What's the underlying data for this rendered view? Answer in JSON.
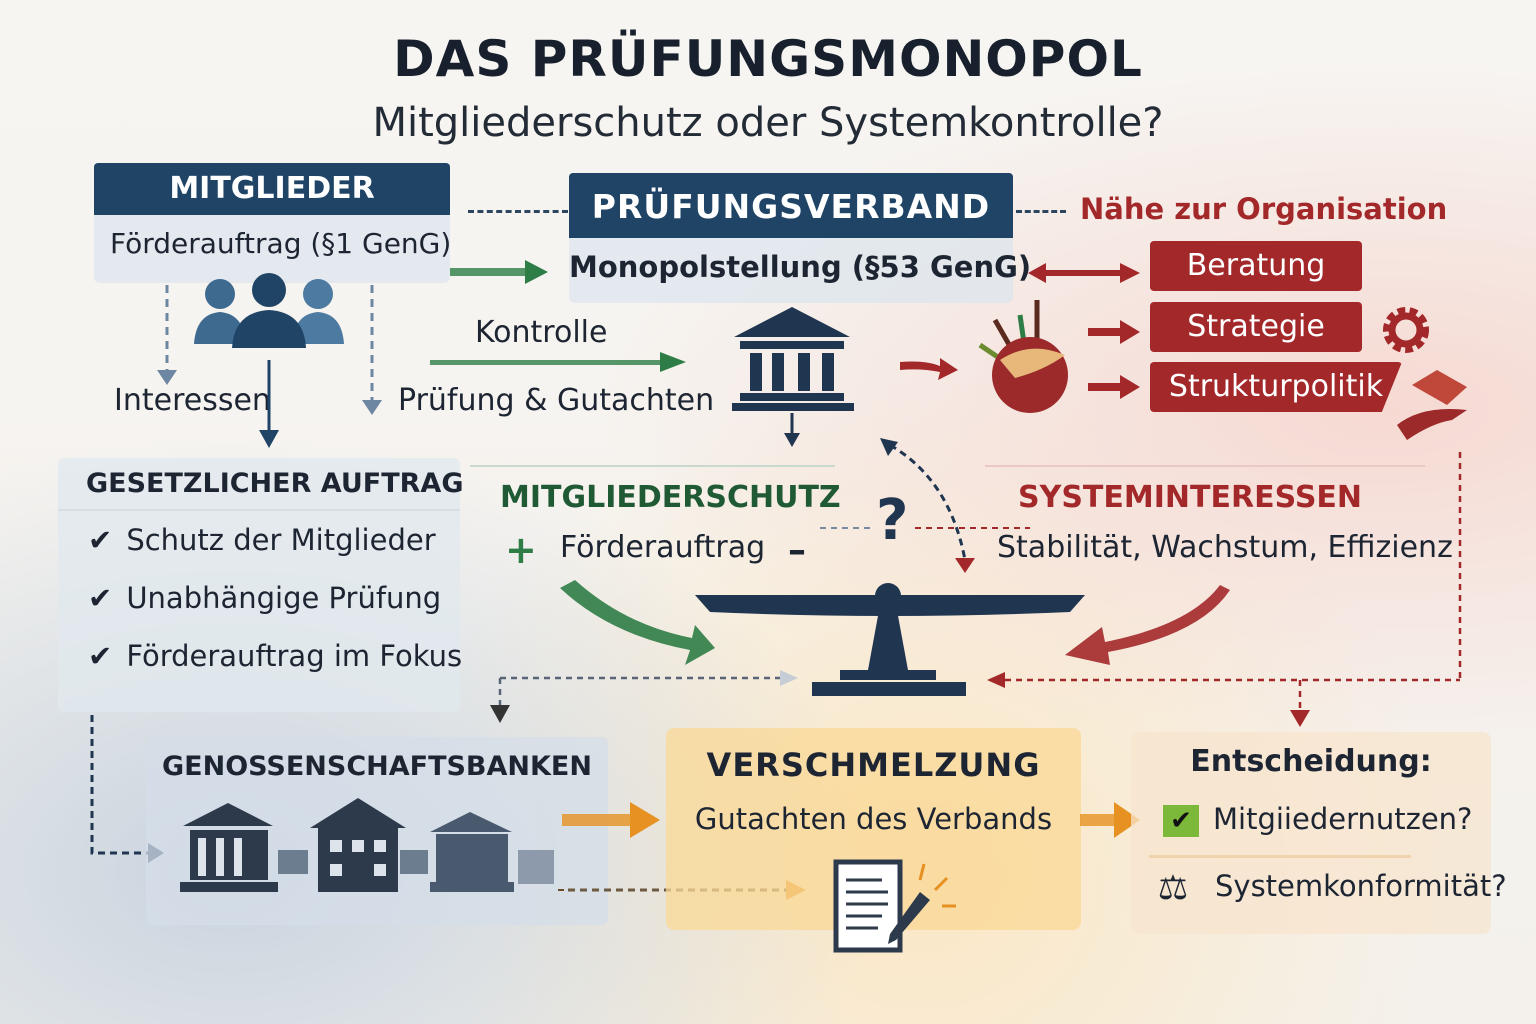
{
  "title": "DAS PRÜFUNGSMONOPOL",
  "subtitle": "Mitgliederschutz oder Systemkontrolle?",
  "mitglieder": {
    "header": "MITGLIEDER",
    "text": "Förderauftrag (§1 GenG)",
    "interessen": "Interessen"
  },
  "verband": {
    "header": "PRÜFUNGSVERBAND",
    "text": "Monopolstellung (§53 GenG)",
    "kontrolle": "Kontrolle",
    "pruefung": "Prüfung & Gutachten"
  },
  "naehe": {
    "title": "Nähe zur Organisation",
    "items": [
      "Beratung",
      "Strategie",
      "Strukturpolitik"
    ]
  },
  "auftrag": {
    "header": "GESETZLICHER AUFTRAG",
    "items": [
      "Schutz der Mitglieder",
      "Unabhängige Prüfung",
      "Förderauftrag im Fokus"
    ]
  },
  "schutz": {
    "title": "MITGLIEDERSCHUTZ",
    "plus": "+",
    "text": "Förderauftrag",
    "minus": "–",
    "question": "?"
  },
  "system": {
    "title": "SYSTEMINTERESSEN",
    "text": "Stabilität, Wachstum, Effizienz"
  },
  "banken": {
    "title": "GENOSSENSCHAFTSBANKEN"
  },
  "verschmelzung": {
    "title": "VERSCHMELZUNG",
    "text": "Gutachten des Verbands"
  },
  "entscheidung": {
    "title": "Entscheidung:",
    "items": [
      "Mitgiiedernutzen?",
      "Systemkonformität?"
    ]
  },
  "colors": {
    "navy": "#1f4466",
    "red": "#a3282a",
    "green": "#2e7d46",
    "orange": "#e69122"
  }
}
